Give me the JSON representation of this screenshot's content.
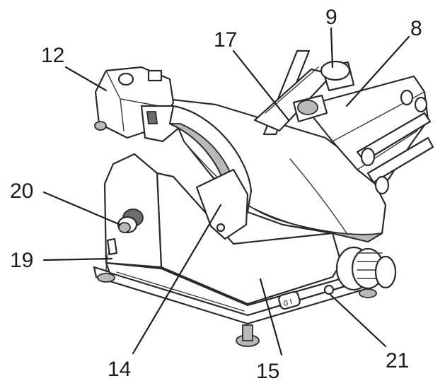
{
  "callouts": [
    {
      "id": "12",
      "label": "12"
    },
    {
      "id": "17",
      "label": "17"
    },
    {
      "id": "9",
      "label": "9"
    },
    {
      "id": "8",
      "label": "8"
    },
    {
      "id": "20",
      "label": "20"
    },
    {
      "id": "19",
      "label": "19"
    },
    {
      "id": "14",
      "label": "14"
    },
    {
      "id": "15",
      "label": "15"
    },
    {
      "id": "21",
      "label": "21"
    }
  ],
  "switch_text": "0 I"
}
